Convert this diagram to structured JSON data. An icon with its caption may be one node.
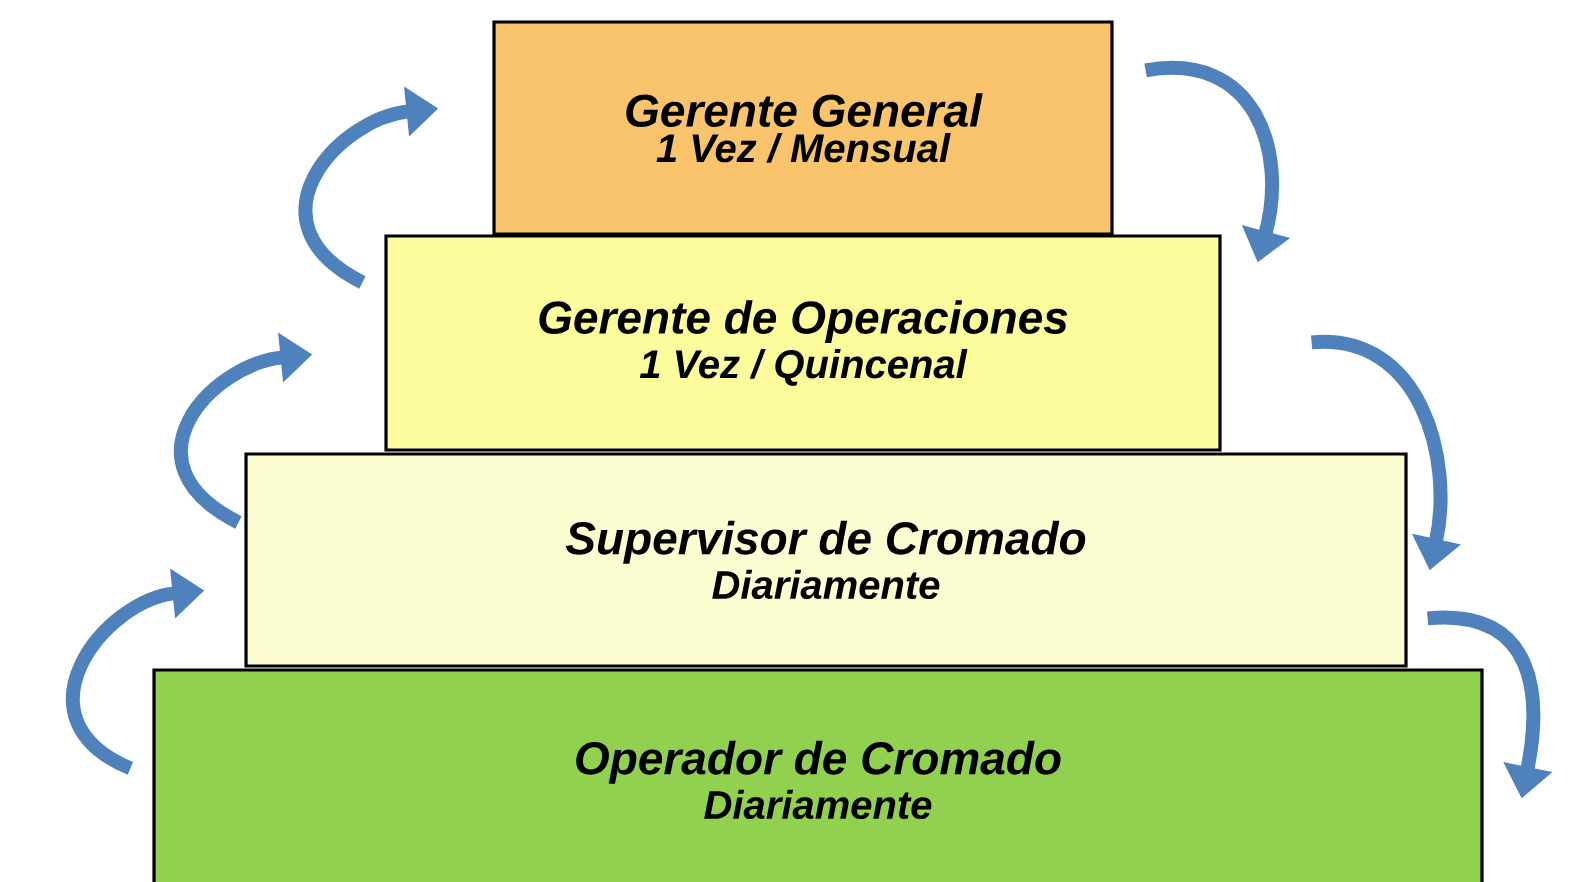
{
  "diagram": {
    "nodes": [
      {
        "text": [
          "Gerente General",
          "1 Vez / Mensual"
        ]
      },
      {
        "text": [
          "Gerente de Operaciones",
          "1 Vez / Quincenal"
        ]
      },
      {
        "text": [
          "Supervisor de Cromado",
          "Diariamente"
        ]
      },
      {
        "text": [
          "Operador de Cromado",
          "Diariamente"
        ]
      }
    ],
    "edges": [
      {
        "from": 0,
        "to": 1,
        "arrow": "to"
      },
      {
        "from": 1,
        "to": 2,
        "arrow": "to"
      },
      {
        "from": 2,
        "to": 3,
        "arrow": "to"
      },
      {
        "from": 3,
        "to": 2,
        "arrow": "to"
      },
      {
        "from": 2,
        "to": 1,
        "arrow": "to"
      },
      {
        "from": 1,
        "to": 0,
        "arrow": "to"
      }
    ]
  }
}
